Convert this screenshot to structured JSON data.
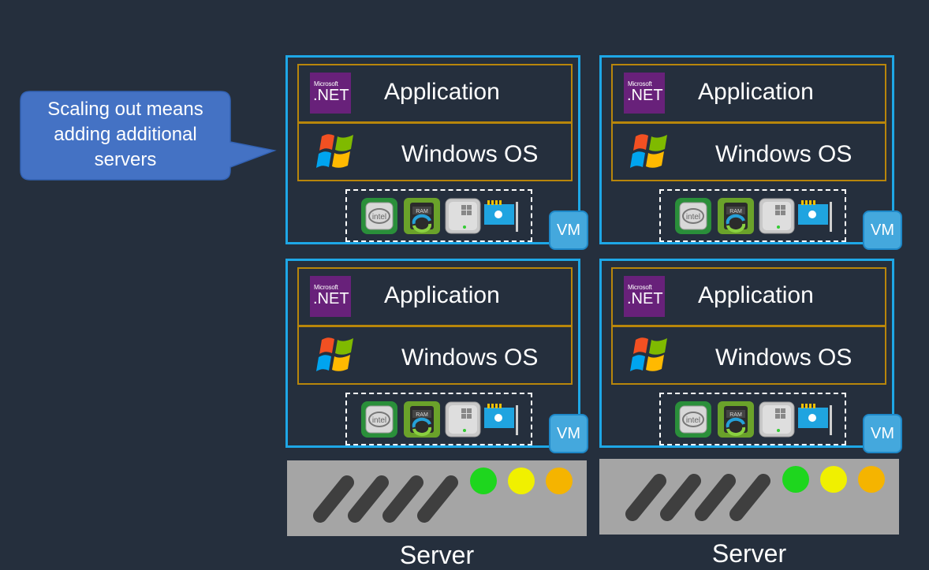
{
  "callout": {
    "text": "Scaling out means\nadding additional\nservers"
  },
  "layers": {
    "app_label": "Application",
    "os_label": "Windows OS",
    "net_logo_small": "Microsoft",
    "net_logo_big": ".NET"
  },
  "vm_badge": "VM",
  "hardware_icons": [
    "cpu-intel-icon",
    "ram-icon",
    "disk-icon",
    "network-card-icon"
  ],
  "hardware_labels": {
    "cpu": "intel",
    "ram": "RAM"
  },
  "server_label": "Server",
  "status_lights": [
    "#1ed61e",
    "#f0f000",
    "#f5b400"
  ],
  "colors": {
    "background": "#252f3d",
    "vm_border": "#1ea7e6",
    "layer_border": "#b8860b",
    "callout_fill": "#4472c4",
    "net_purple": "#68217a",
    "chassis": "#a5a5a5"
  }
}
